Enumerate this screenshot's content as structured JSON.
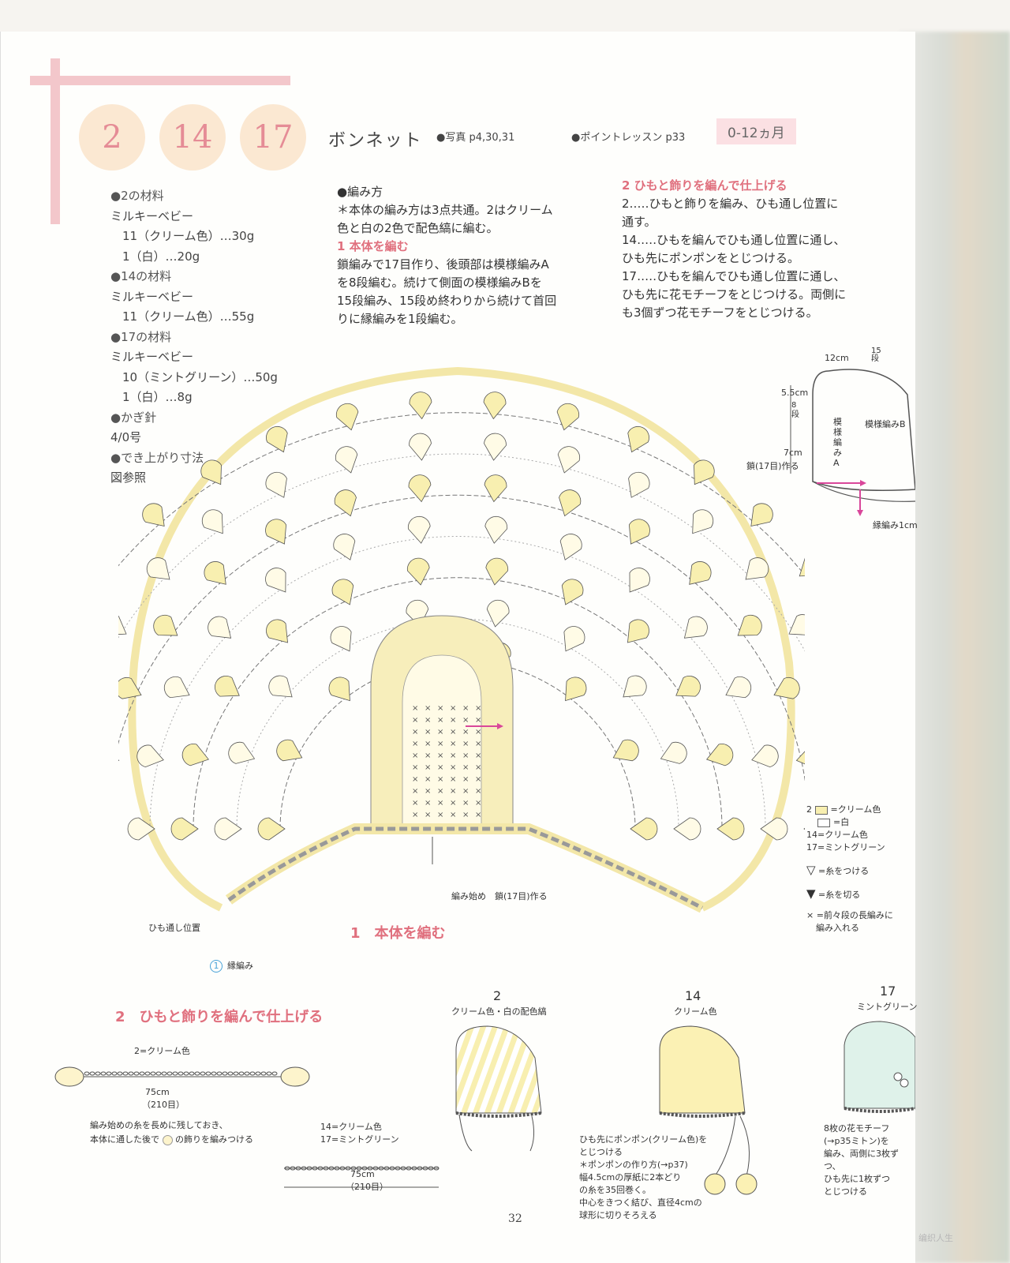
{
  "header": {
    "numbers": [
      "2",
      "14",
      "17"
    ],
    "title": "ボンネット",
    "photo_ref": "●写真 p4,30,31",
    "lesson_ref": "●ポイントレッスン p33",
    "age": "0-12ヵ月"
  },
  "materials": [
    {
      "text": "●2の材料",
      "bullet": true
    },
    {
      "text": "ミルキーベビー",
      "bullet": false
    },
    {
      "text": "　11（クリーム色）…30g",
      "bullet": false
    },
    {
      "text": "　1（白）…20g",
      "bullet": false
    },
    {
      "text": "●14の材料",
      "bullet": true
    },
    {
      "text": "ミルキーベビー",
      "bullet": false
    },
    {
      "text": "　11（クリーム色）…55g",
      "bullet": false
    },
    {
      "text": "●17の材料",
      "bullet": true
    },
    {
      "text": "ミルキーベビー",
      "bullet": false
    },
    {
      "text": "　10（ミントグリーン）…50g",
      "bullet": false
    },
    {
      "text": "　1（白）…8g",
      "bullet": false
    },
    {
      "text": "●かぎ針",
      "bullet": true
    },
    {
      "text": "4/0号",
      "bullet": false
    },
    {
      "text": "●でき上がり寸法",
      "bullet": true
    },
    {
      "text": "図参照",
      "bullet": false
    }
  ],
  "instructions": {
    "head": "●編み方",
    "common": [
      "＊本体の編み方は3点共通。2はクリーム",
      "色と白の2色で配色縞に編む。"
    ],
    "step1_head": "1 本体を編む",
    "step1": [
      "鎖編みで17目作り、後頭部は模様編みA",
      "を8段編む。続けて側面の模様編みBを",
      "15段編み、15段め終わりから続けて首回",
      "りに縁編みを1段編む。"
    ],
    "step2_head": "2 ひもと飾りを編んで仕上げる",
    "step2": [
      "2…‥ひもと飾りを編み、ひも通し位置に",
      "通す。",
      "14…‥ひもを編んでひも通し位置に通し、",
      "ひも先にポンポンをとじつける。",
      "17…‥ひもを編んでひも通し位置に通し、",
      "ひも先に花モチーフをとじつける。両側に",
      "も3個ずつ花モチーフをとじつける。"
    ]
  },
  "schematic": {
    "dim1": "12cm",
    "dim1_rows": "15段",
    "dim2": "5.5cm",
    "dim2_rows": "8段",
    "dim3": "7cm",
    "dim3_note": "鎖(17目)作る",
    "pattern_a": "模様編みA",
    "pattern_b": "模様編みB",
    "edge": "縁編み1cm"
  },
  "diagram": {
    "start_label": "編み始め　鎖(17目)作る",
    "tie_label": "ひも通し位置",
    "edge_label": "縁編み",
    "edge_num": "1",
    "section_title": "1　本体を編む"
  },
  "legend": {
    "item1": "2",
    "cream": "=クリーム色",
    "white": "=白",
    "l14": "14=クリーム色",
    "l17": "17=ミントグリーン",
    "attach": "=糸をつける",
    "cut": "=糸を切る",
    "prev": "=前々段の長編みに",
    "prev2": "編み入れる"
  },
  "section2": {
    "title": "2　ひもと飾りを編んで仕上げる",
    "cord1_color": "2=クリーム色",
    "cord1_len": "75cm",
    "cord1_st": "（210目）",
    "cord1_note1": "編み始めの糸を長めに残しておき、",
    "cord1_note2": "本体に通した後で",
    "cord1_note3": "の飾りを編みつける",
    "cord2_color1": "14=クリーム色",
    "cord2_color2": "17=ミントグリーン",
    "cord2_len": "75cm",
    "cord2_st": "（210目）"
  },
  "bonnets": [
    {
      "num": "2",
      "label": "クリーム色・白の配色縞"
    },
    {
      "num": "14",
      "label": "クリーム色"
    },
    {
      "num": "17",
      "label": "ミントグリーン"
    }
  ],
  "notes14": [
    "ひも先にポンポン(クリーム色)を",
    "とじつける",
    "＊ポンポンの作り方(→p37)",
    "幅4.5cmの厚紙に2本どり",
    "の糸を35回巻く。",
    "中心をきつく結び、直径4cmの",
    "球形に切りそろえる"
  ],
  "notes17": [
    "8枚の花モチーフ",
    "(→p35ミトン)を",
    "編み、両側に3枚ずつ、",
    "ひも先に1枚ずつ",
    "とじつける"
  ],
  "page_number": "32",
  "watermark": "编织人生",
  "colors": {
    "pink": "#e0707e",
    "cream": "#f8efb0",
    "mint": "#dff2ea",
    "circle": "#fbe8d2"
  }
}
